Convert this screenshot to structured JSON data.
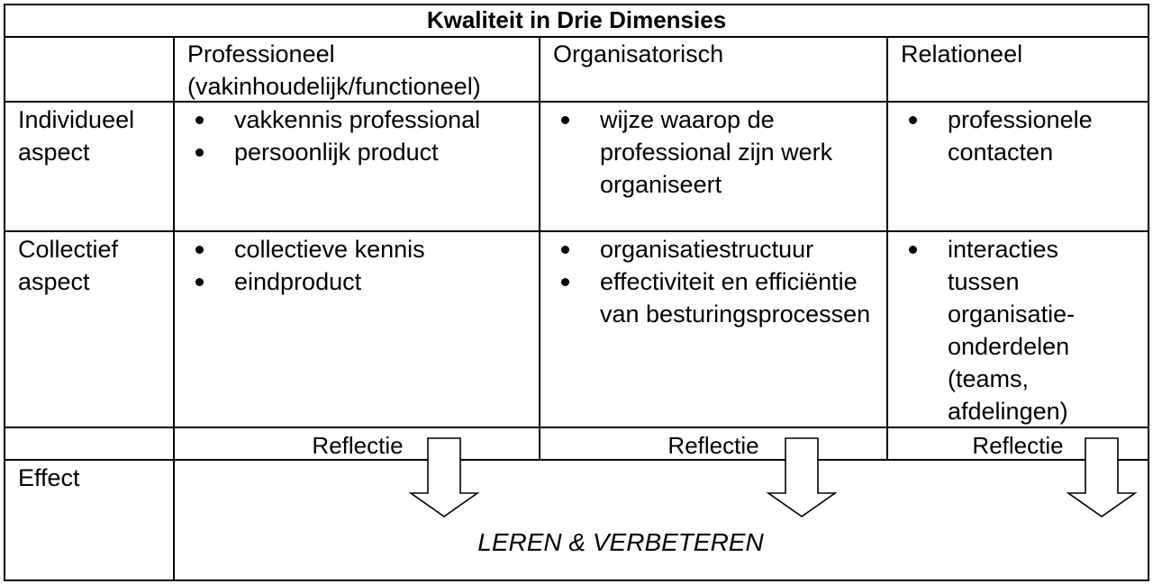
{
  "title": "Kwaliteit in Drie Dimensies",
  "columns": [
    {
      "line1": "Professioneel",
      "line2": "(vakinhoudelijk/functioneel)"
    },
    {
      "line1": "Organisatorisch",
      "line2": ""
    },
    {
      "line1": "Relationeel",
      "line2": ""
    }
  ],
  "rows": [
    {
      "label_line1": "Individueel",
      "label_line2": "aspect",
      "cells": [
        [
          "vakkennis professional",
          "persoonlijk product"
        ],
        [
          "wijze waarop de professional zijn werk organiseert"
        ],
        [
          "professionele contacten"
        ]
      ]
    },
    {
      "label_line1": "Collectief",
      "label_line2": "aspect",
      "cells": [
        [
          "collectieve kennis",
          "eindproduct"
        ],
        [
          "organisatiestructuur",
          "effectiviteit en efficiëntie van besturingsprocessen"
        ],
        [
          "interacties tussen organisatie-onderdelen (teams, afdelingen)"
        ]
      ]
    }
  ],
  "reflection_label": "Reflectie",
  "effect_label": "Effect",
  "effect_text": "LEREN & VERBETEREN"
}
